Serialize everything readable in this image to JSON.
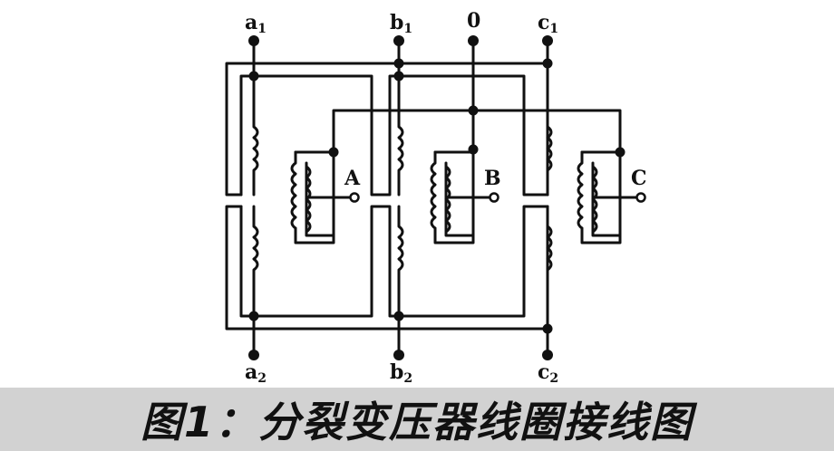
{
  "diagram": {
    "terminals": {
      "a1": {
        "base": "a",
        "sub": "1"
      },
      "b1": {
        "base": "b",
        "sub": "1"
      },
      "zero": {
        "base": "0",
        "sub": ""
      },
      "c1": {
        "base": "c",
        "sub": "1"
      },
      "a2": {
        "base": "a",
        "sub": "2"
      },
      "b2": {
        "base": "b",
        "sub": "2"
      },
      "c2": {
        "base": "c",
        "sub": "2"
      }
    },
    "phases": {
      "A": "A",
      "B": "B",
      "C": "C"
    }
  },
  "caption": {
    "text": "图1：分裂变压器线圈接线图"
  }
}
